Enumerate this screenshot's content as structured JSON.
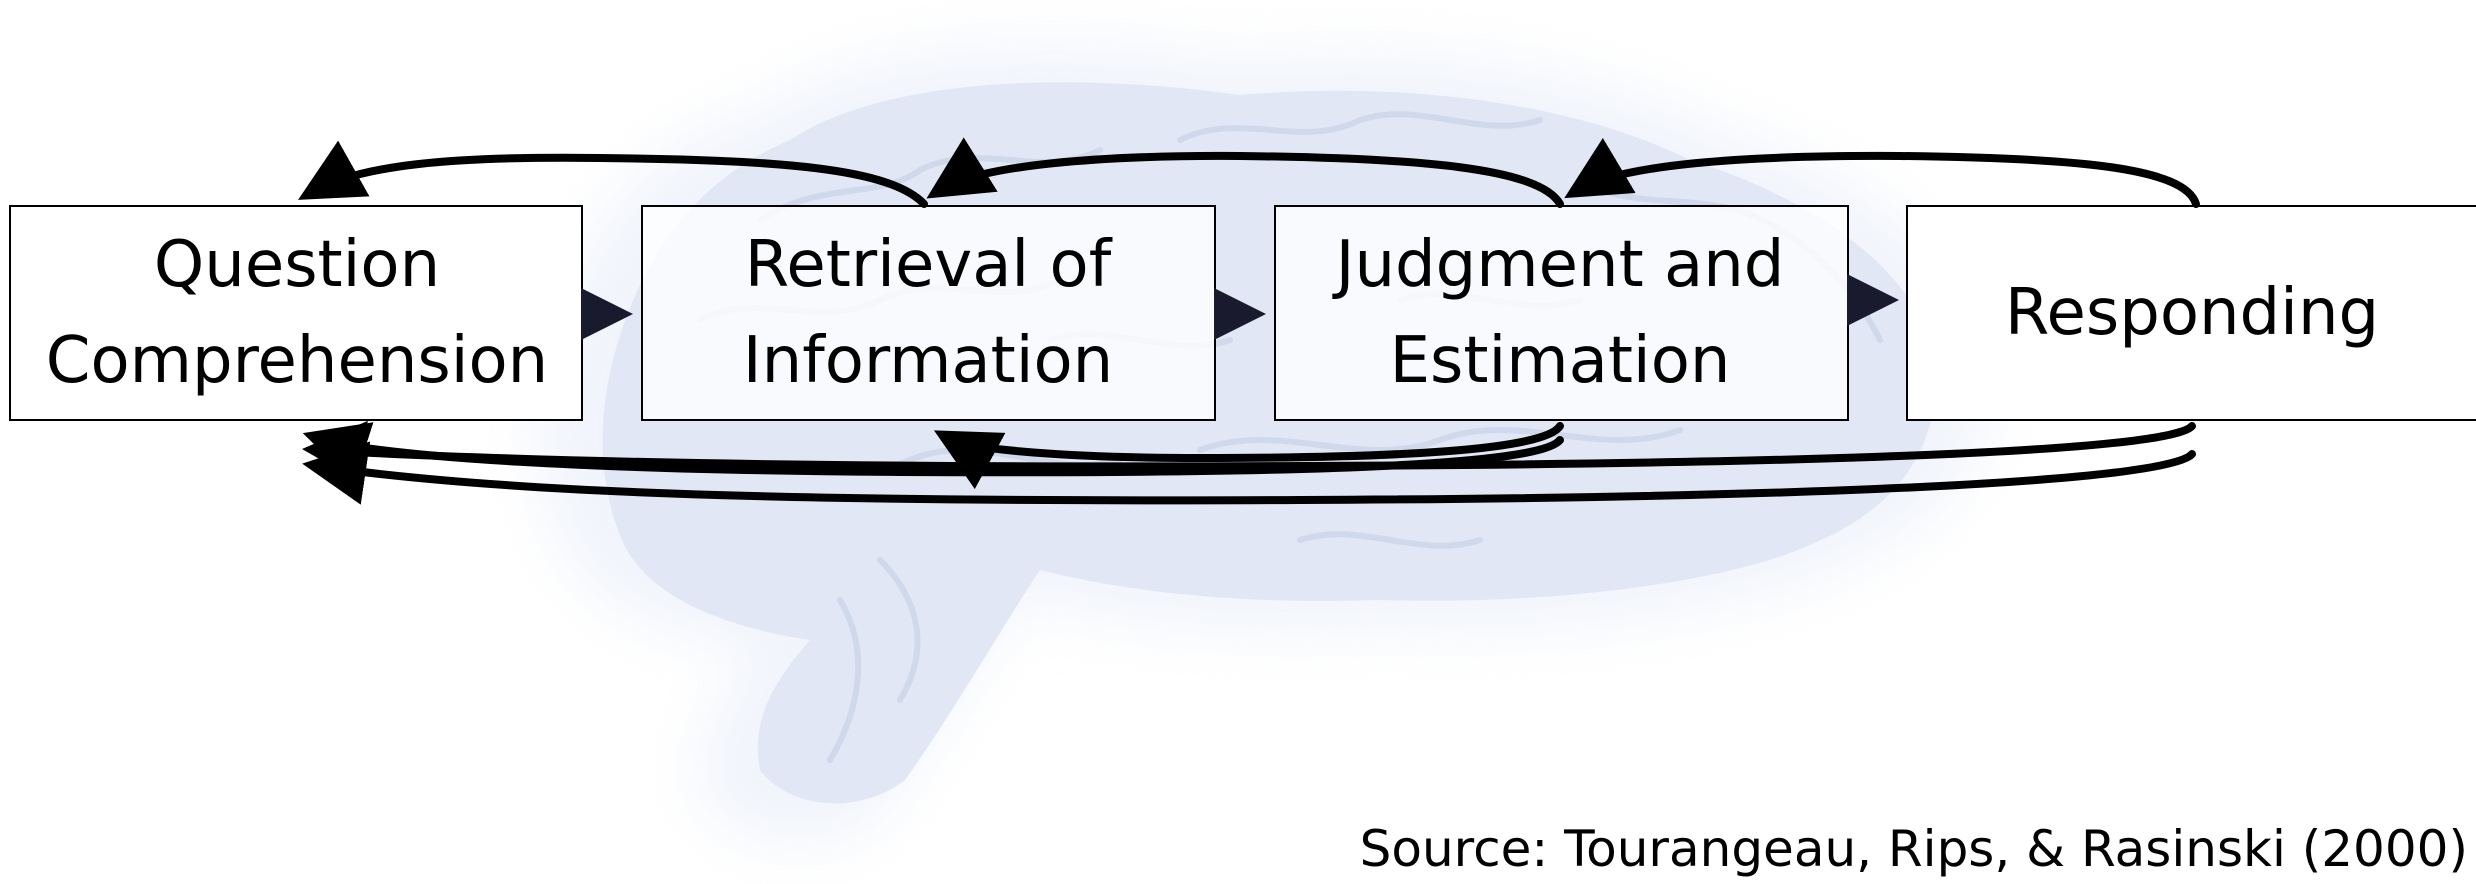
{
  "diagram": {
    "type": "process-flow",
    "steps": [
      {
        "id": "question",
        "label": "Question\nComprehension"
      },
      {
        "id": "retrieval",
        "label": "Retrieval of\nInformation"
      },
      {
        "id": "judgment",
        "label": "Judgment and\nEstimation"
      },
      {
        "id": "responding",
        "label": "Responding"
      }
    ],
    "forward_arrows": [
      {
        "from": "question",
        "to": "retrieval"
      },
      {
        "from": "retrieval",
        "to": "judgment"
      },
      {
        "from": "judgment",
        "to": "responding"
      }
    ],
    "feedback_arrows_above": [
      {
        "from": "retrieval",
        "to": "question"
      },
      {
        "from": "judgment",
        "to": "retrieval"
      },
      {
        "from": "responding",
        "to": "judgment"
      }
    ],
    "feedback_arrows_below": [
      {
        "from": "judgment",
        "to": "retrieval"
      },
      {
        "from": "judgment",
        "to": "question"
      },
      {
        "from": "responding",
        "to": "question"
      },
      {
        "from": "responding",
        "to": "question"
      }
    ],
    "source": "Source: Tourangeau, Rips, & Rasinski (2000)",
    "colors": {
      "box_fill": "#ffffff",
      "box_stroke": "#000000",
      "arrow": "#000000",
      "forward_arrow": "#1a1a2e",
      "brain_tint": "#b8c8e4",
      "brain_glow": "#e6ecf8"
    },
    "background_image": "brain-silhouette"
  }
}
